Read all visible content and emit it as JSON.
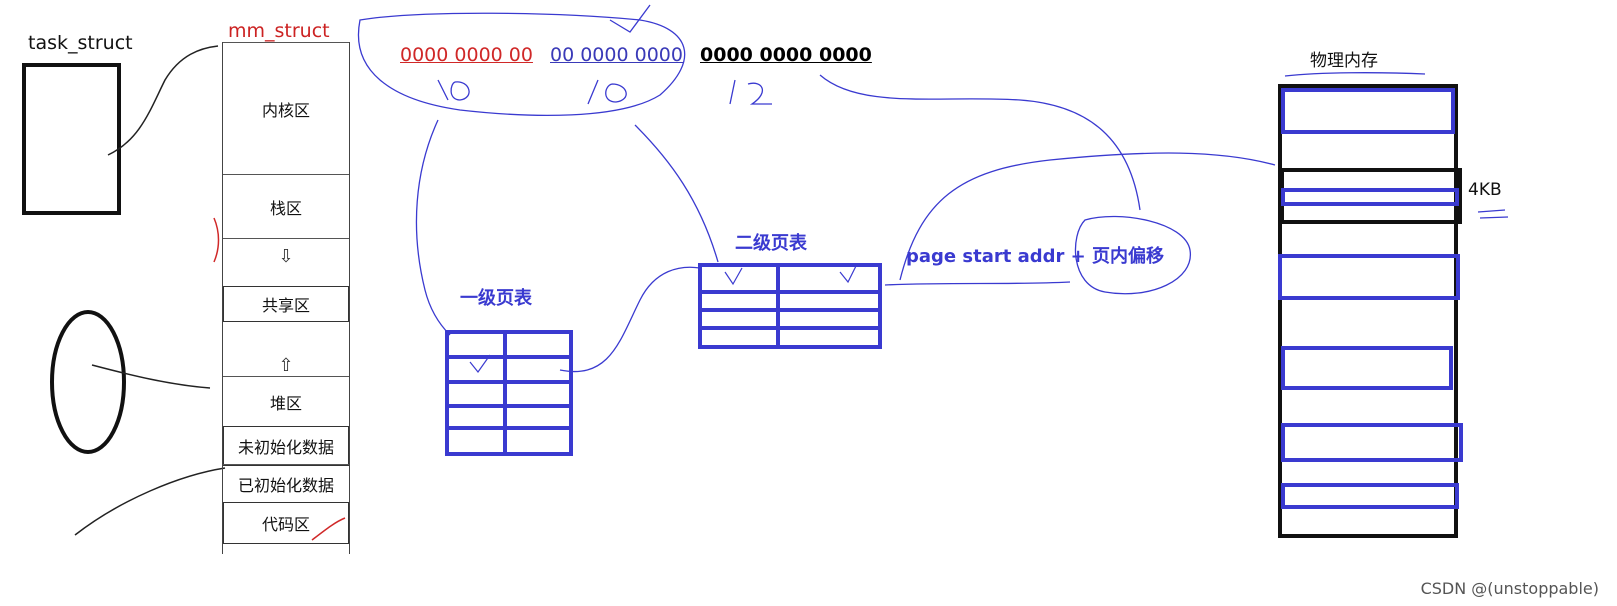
{
  "task_struct": {
    "title": "task_struct"
  },
  "mm_struct": {
    "title": "mm_struct",
    "segments": {
      "kernel": "内核区",
      "stack": "栈区",
      "shared": "共享区",
      "heap": "堆区",
      "bss": "未初始化数据",
      "data": "已初始化数据",
      "code": "代码区"
    }
  },
  "address_bits": {
    "first": "0000 0000 00",
    "second": "00 0000 0000",
    "offset": "0000 0000 0000"
  },
  "page_tables": {
    "level1_label": "一级页表",
    "level2_label": "二级页表"
  },
  "formula": "page start addr + 页内偏移",
  "physical_memory": {
    "title": "物理内存",
    "page_size": "4KB"
  },
  "watermark": "CSDN @(unstoppable)",
  "colors": {
    "blue": "#3a3ad0",
    "red": "#d02828",
    "black": "#000000"
  }
}
